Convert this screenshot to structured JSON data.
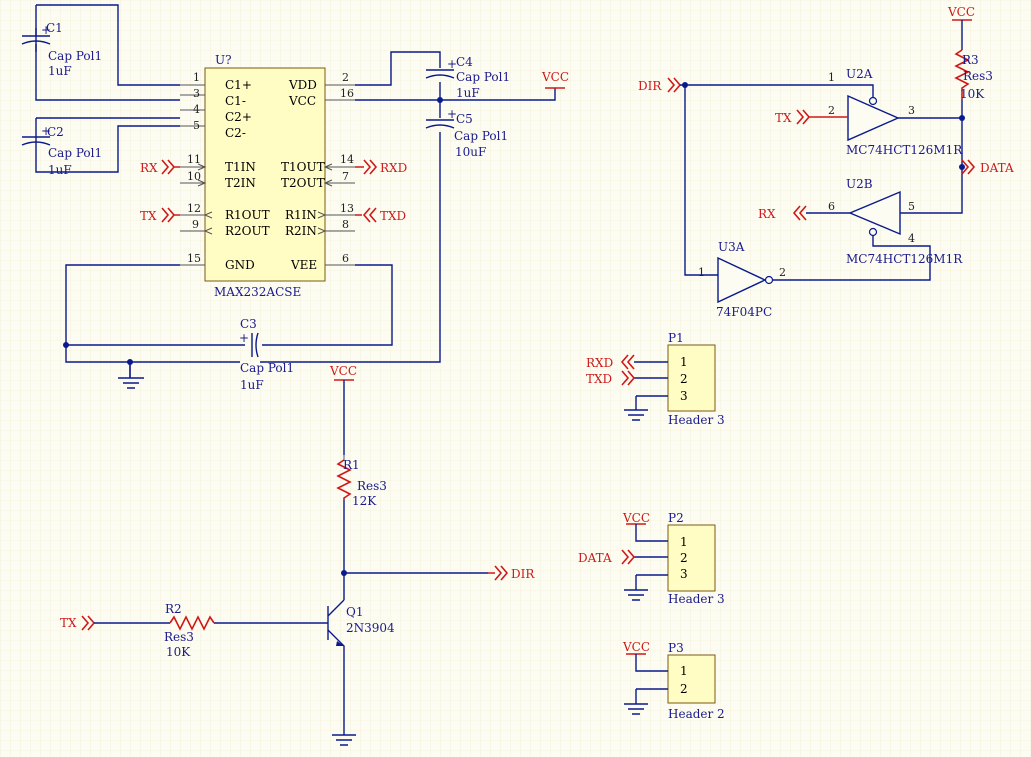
{
  "components": {
    "c1": {
      "ref": "C1",
      "value": "Cap Pol1",
      "size": "1uF"
    },
    "c2": {
      "ref": "C2",
      "value": "Cap Pol1",
      "size": "1uF"
    },
    "c3": {
      "ref": "C3",
      "value": "Cap Pol1",
      "size": "1uF"
    },
    "c4": {
      "ref": "C4",
      "value": "Cap Pol1",
      "size": "1uF"
    },
    "c5": {
      "ref": "C5",
      "value": "Cap Pol1",
      "size": "10uF"
    },
    "u7": {
      "ref": "U?",
      "part": "MAX232ACSE",
      "left_pins": [
        {
          "num": "1",
          "name": "C1+"
        },
        {
          "num": "3",
          "name": "C1-"
        },
        {
          "num": "4",
          "name": "C2+"
        },
        {
          "num": "5",
          "name": "C2-"
        },
        {
          "num": "11",
          "name": "T1IN"
        },
        {
          "num": "10",
          "name": "T2IN"
        },
        {
          "num": "12",
          "name": "R1OUT"
        },
        {
          "num": "9",
          "name": "R2OUT"
        },
        {
          "num": "15",
          "name": "GND"
        }
      ],
      "right_pins": [
        {
          "num": "2",
          "name": "VDD"
        },
        {
          "num": "16",
          "name": "VCC"
        },
        {
          "num": "14",
          "name": "T1OUT"
        },
        {
          "num": "7",
          "name": "T2OUT"
        },
        {
          "num": "13",
          "name": "R1IN"
        },
        {
          "num": "8",
          "name": "R2IN"
        },
        {
          "num": "6",
          "name": "VEE"
        }
      ]
    },
    "u2a": {
      "ref": "U2A",
      "part": "MC74HCT126M1R",
      "in_pin": "2",
      "en_pin": "1",
      "out_pin": "3"
    },
    "u2b": {
      "ref": "U2B",
      "part": "MC74HCT126M1R",
      "in_pin": "5",
      "en_pin": "4",
      "out_pin": "6"
    },
    "u3a": {
      "ref": "U3A",
      "part": "74F04PC",
      "in_pin": "1",
      "out_pin": "2"
    },
    "r1": {
      "ref": "R1",
      "value": "Res3",
      "size": "12K"
    },
    "r2": {
      "ref": "R2",
      "value": "Res3",
      "size": "10K"
    },
    "r3": {
      "ref": "R3",
      "value": "Res3",
      "size": "10K"
    },
    "q1": {
      "ref": "Q1",
      "part": "2N3904"
    },
    "p1": {
      "ref": "P1",
      "part": "Header 3",
      "pins": [
        "1",
        "2",
        "3"
      ]
    },
    "p2": {
      "ref": "P2",
      "part": "Header 3",
      "pins": [
        "1",
        "2",
        "3"
      ]
    },
    "p3": {
      "ref": "P3",
      "part": "Header 2",
      "pins": [
        "1",
        "2"
      ]
    }
  },
  "nets": {
    "vcc": "VCC",
    "dir": "DIR",
    "tx": "TX",
    "rx": "RX",
    "txd": "TXD",
    "rxd": "RXD",
    "data": "DATA"
  }
}
